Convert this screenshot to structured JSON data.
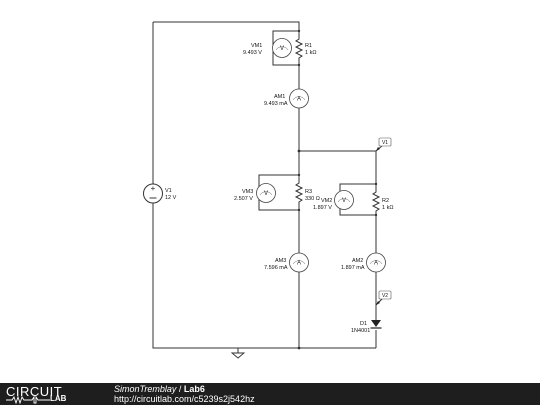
{
  "components": {
    "v1": {
      "name": "V1",
      "value": "12 V"
    },
    "r1": {
      "name": "R1",
      "value": "1 kΩ"
    },
    "r2": {
      "name": "R2",
      "value": "1 kΩ"
    },
    "r3": {
      "name": "R3",
      "value": "330 Ω"
    },
    "d1": {
      "name": "D1",
      "value": "1N4001"
    },
    "vm1": {
      "name": "VM1",
      "value": "9.493 V",
      "letter": "V"
    },
    "vm2": {
      "name": "VM2",
      "value": "1.897 V",
      "letter": "V"
    },
    "vm3": {
      "name": "VM3",
      "value": "2.507 V",
      "letter": "V"
    },
    "am1": {
      "name": "AM1",
      "value": "9.493 mA",
      "letter": "A"
    },
    "am2": {
      "name": "AM2",
      "value": "1.897 mA",
      "letter": "A"
    },
    "am3": {
      "name": "AM3",
      "value": "7.596 mA",
      "letter": "A"
    },
    "probe_v1": {
      "label": "V1"
    },
    "probe_v2": {
      "label": "V2"
    }
  },
  "footer": {
    "logo_circuit": "CIRCUIT",
    "logo_lab": "LAB",
    "author": "SimonTremblay",
    "separator": " / ",
    "project": "Lab6",
    "url": "http://circuitlab.com/c5239s2j542hz"
  }
}
